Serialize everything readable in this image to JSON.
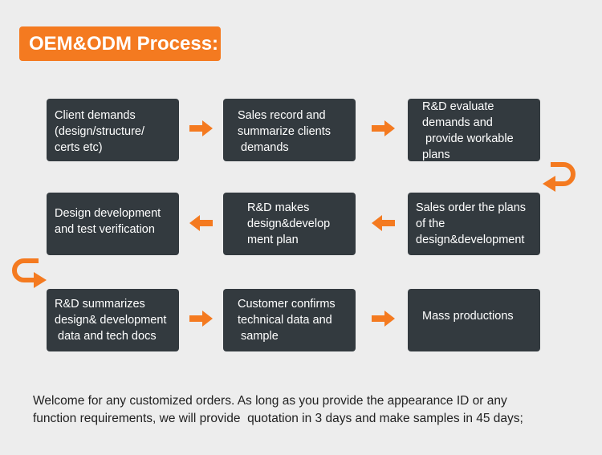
{
  "header": {
    "title": "OEM&ODM Process:"
  },
  "steps": [
    "Client demands\n(design/structure/\ncerts etc)",
    "Sales record and\nsummarize clients\n demands",
    "R&D evaluate\ndemands and\n provide workable\nplans",
    "Sales order the plans\nof the\ndesign&development",
    "R&D makes\ndesign&develop\nment plan",
    "Design development\nand test verification",
    "R&D summarizes\ndesign& development\n data and tech docs",
    "Customer confirms\ntechnical data and\n sample",
    "Mass productions"
  ],
  "footer": {
    "line1": "Welcome for any customized orders. As long as you provide the appearance ID or any",
    "line2": "function requirements, we will provide  quotation in 3 days and make samples in 45 days;"
  },
  "colors": {
    "accent": "#f47a20",
    "box": "#333a3f",
    "background": "#ededed"
  }
}
